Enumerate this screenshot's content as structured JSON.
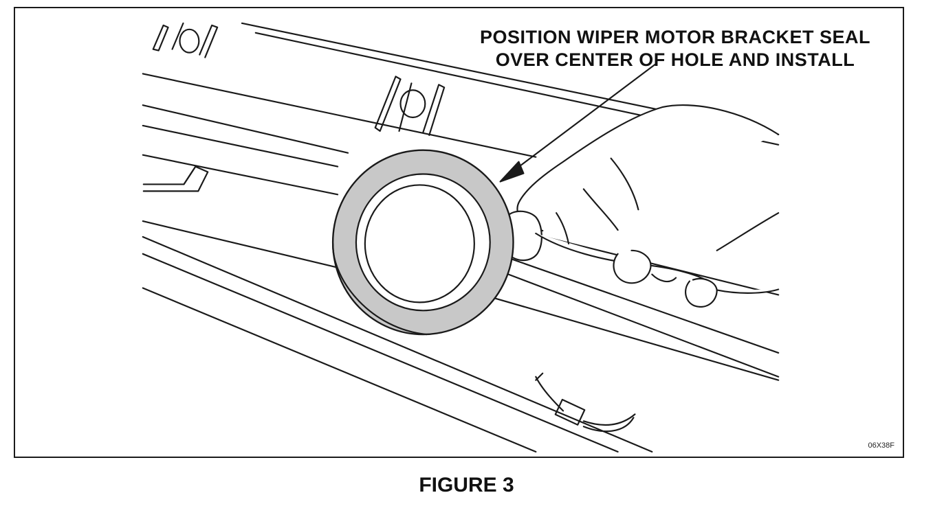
{
  "callout": {
    "line1": "POSITION WIPER MOTOR BRACKET SEAL",
    "line2": "OVER CENTER OF HOLE AND INSTALL"
  },
  "drawing_code": "06X38F",
  "caption": "FIGURE 3",
  "colors": {
    "line": "#1a1a1a",
    "seal_fill": "#c8c8c8",
    "background": "#ffffff"
  }
}
